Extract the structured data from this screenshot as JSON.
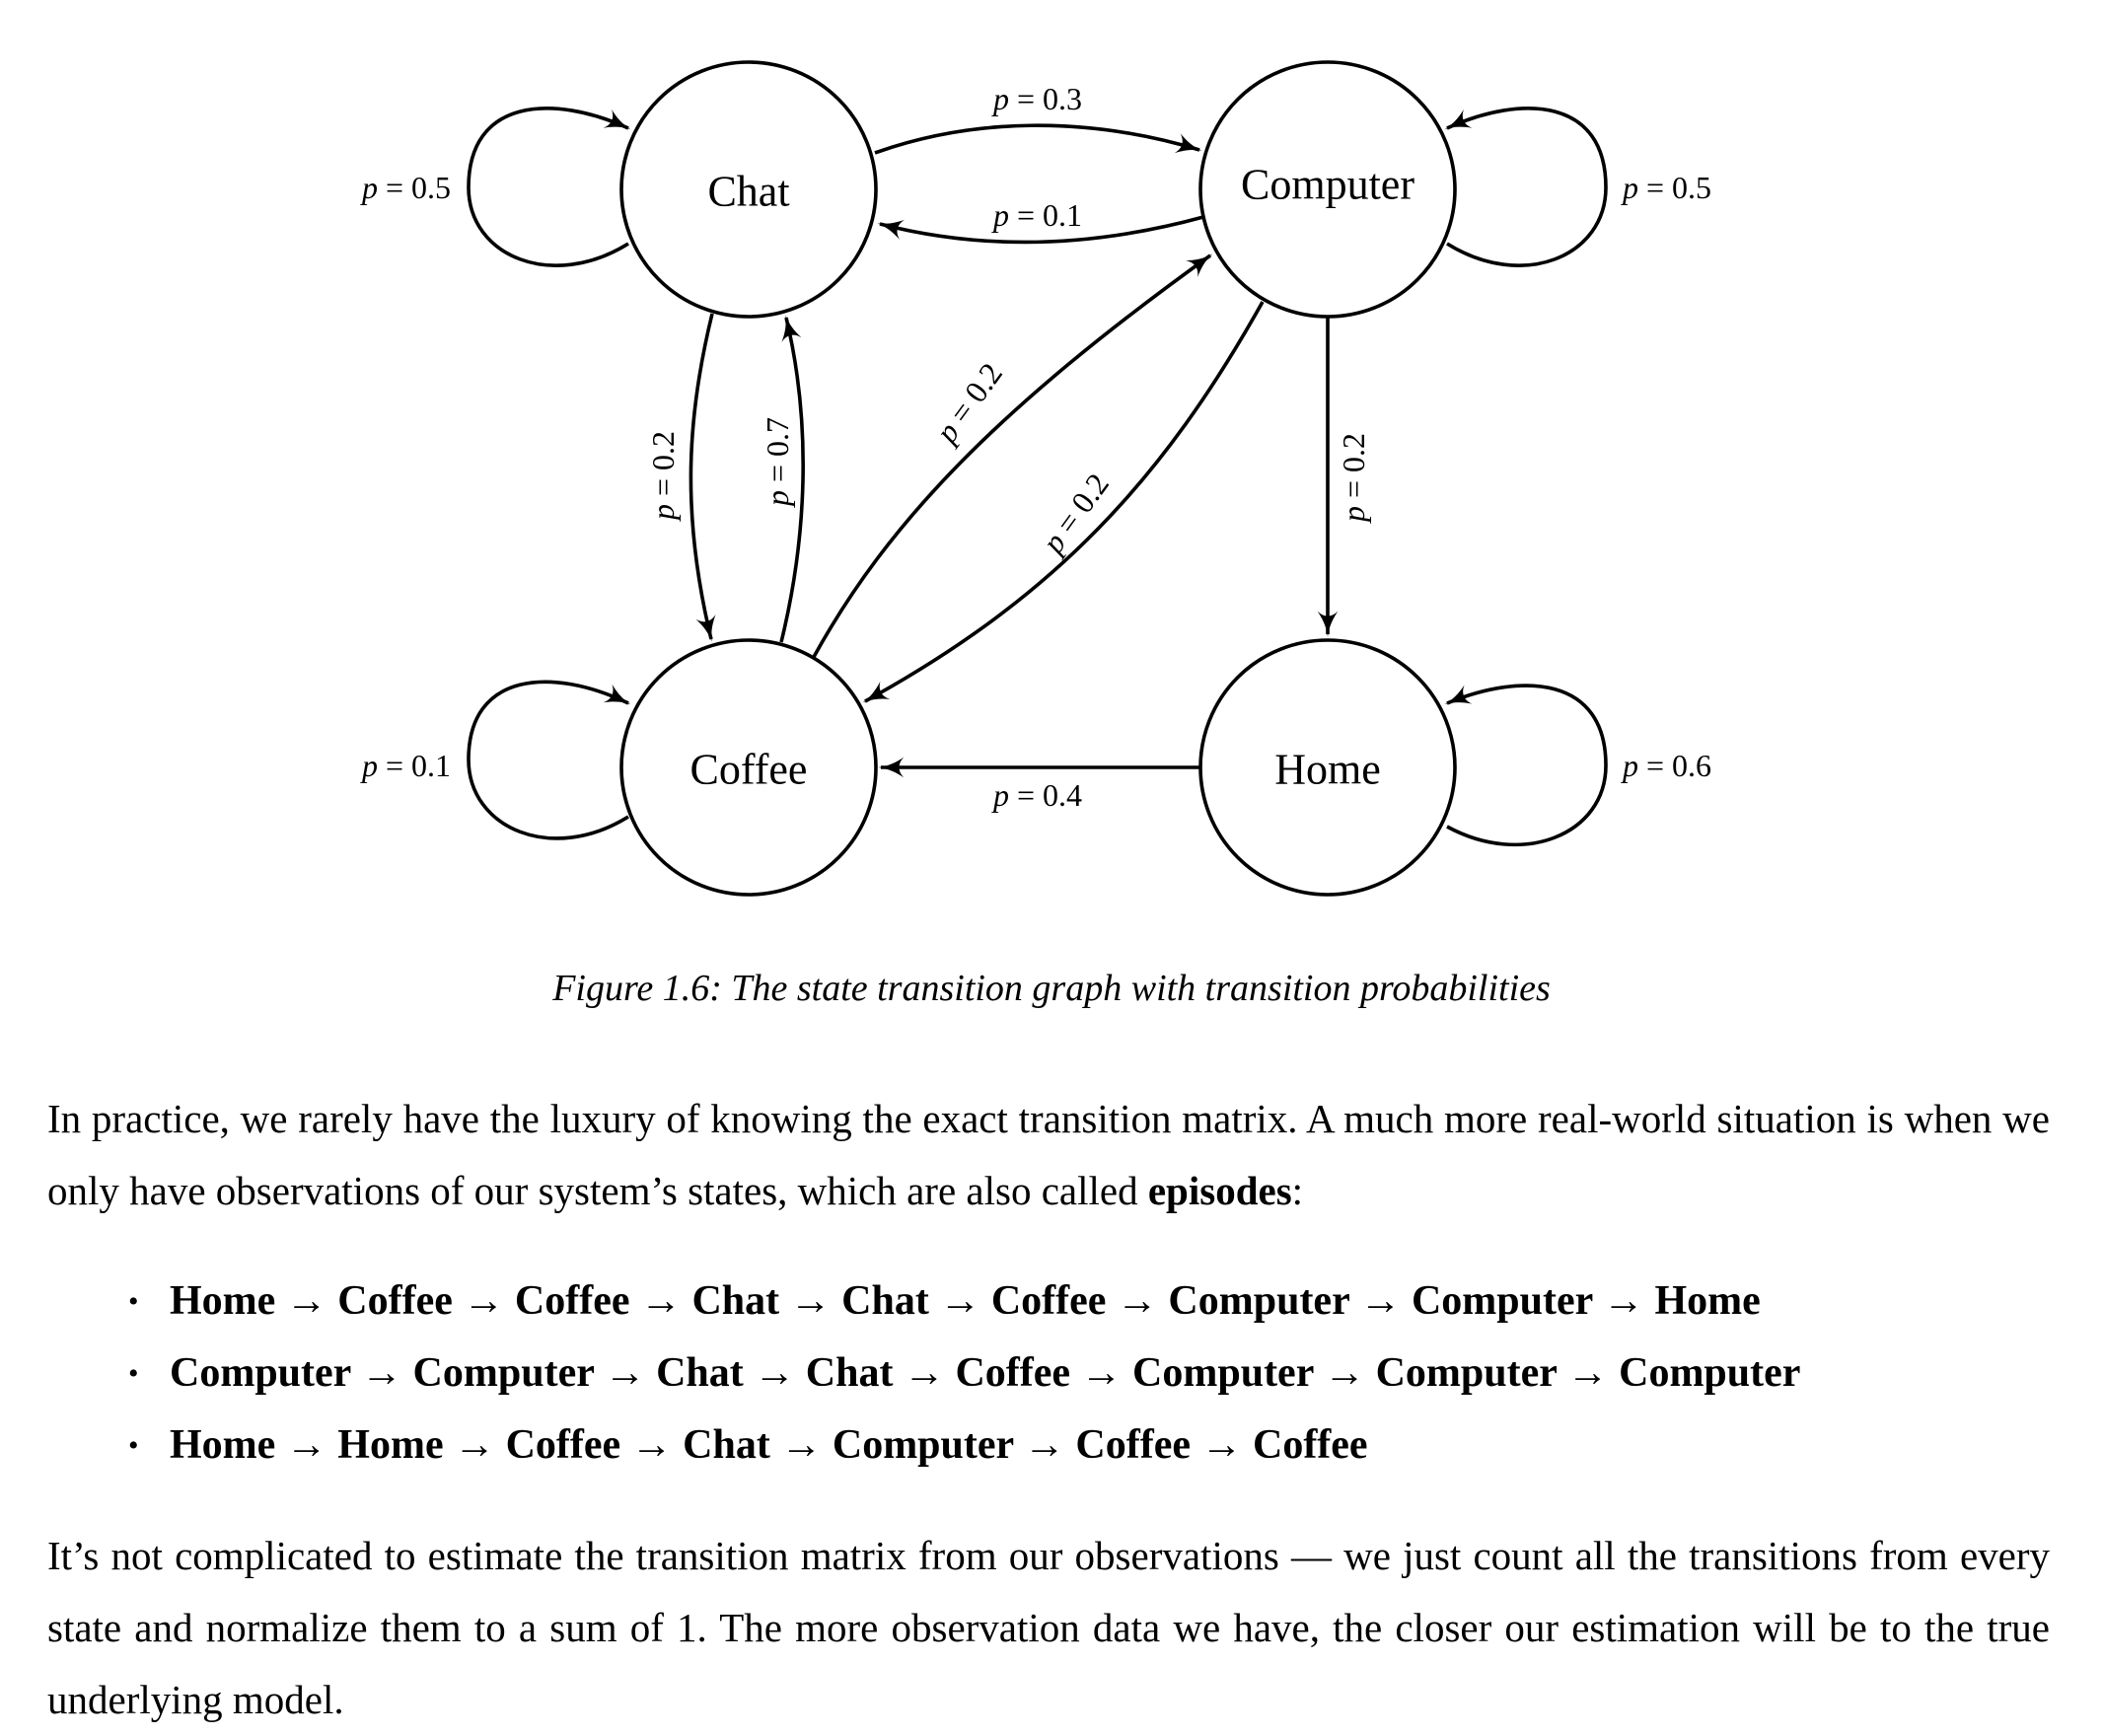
{
  "figure": {
    "nodes": {
      "chat": "Chat",
      "computer": "Computer",
      "coffee": "Coffee",
      "home": "Home"
    },
    "edges": {
      "chat_self": "p = 0.5",
      "computer_self": "p = 0.5",
      "coffee_self": "p = 0.1",
      "home_self": "p = 0.6",
      "chat_to_computer": "p = 0.3",
      "computer_to_chat": "p = 0.1",
      "chat_to_coffee": "p = 0.2",
      "coffee_to_chat": "p = 0.7",
      "coffee_to_computer": "p = 0.2",
      "computer_to_coffee": "p = 0.2",
      "computer_to_home": "p = 0.2",
      "home_to_coffee": "p = 0.4"
    },
    "caption": "Figure 1.6: The state transition graph with transition probabilities"
  },
  "text": {
    "para1_a": "In practice, we rarely have the luxury of knowing the exact transition matrix. A much more real-world situation is when we only have observations of our system’s states, which are also called ",
    "para1_bold": "episodes",
    "para1_end": ":",
    "episodes": [
      "Home → Coffee → Coffee → Chat → Chat → Coffee → Computer → Computer → Home",
      "Computer → Computer → Chat → Chat → Coffee → Computer → Computer → Computer",
      "Home → Home → Coffee → Chat → Computer → Coffee → Coffee"
    ],
    "bullet": "•",
    "para2": "It’s not complicated to estimate the transition matrix from our observations — we just count all the transitions from every state and normalize them to a sum of 1. The more observation data we have, the closer our estimation will be to the true underlying model."
  }
}
